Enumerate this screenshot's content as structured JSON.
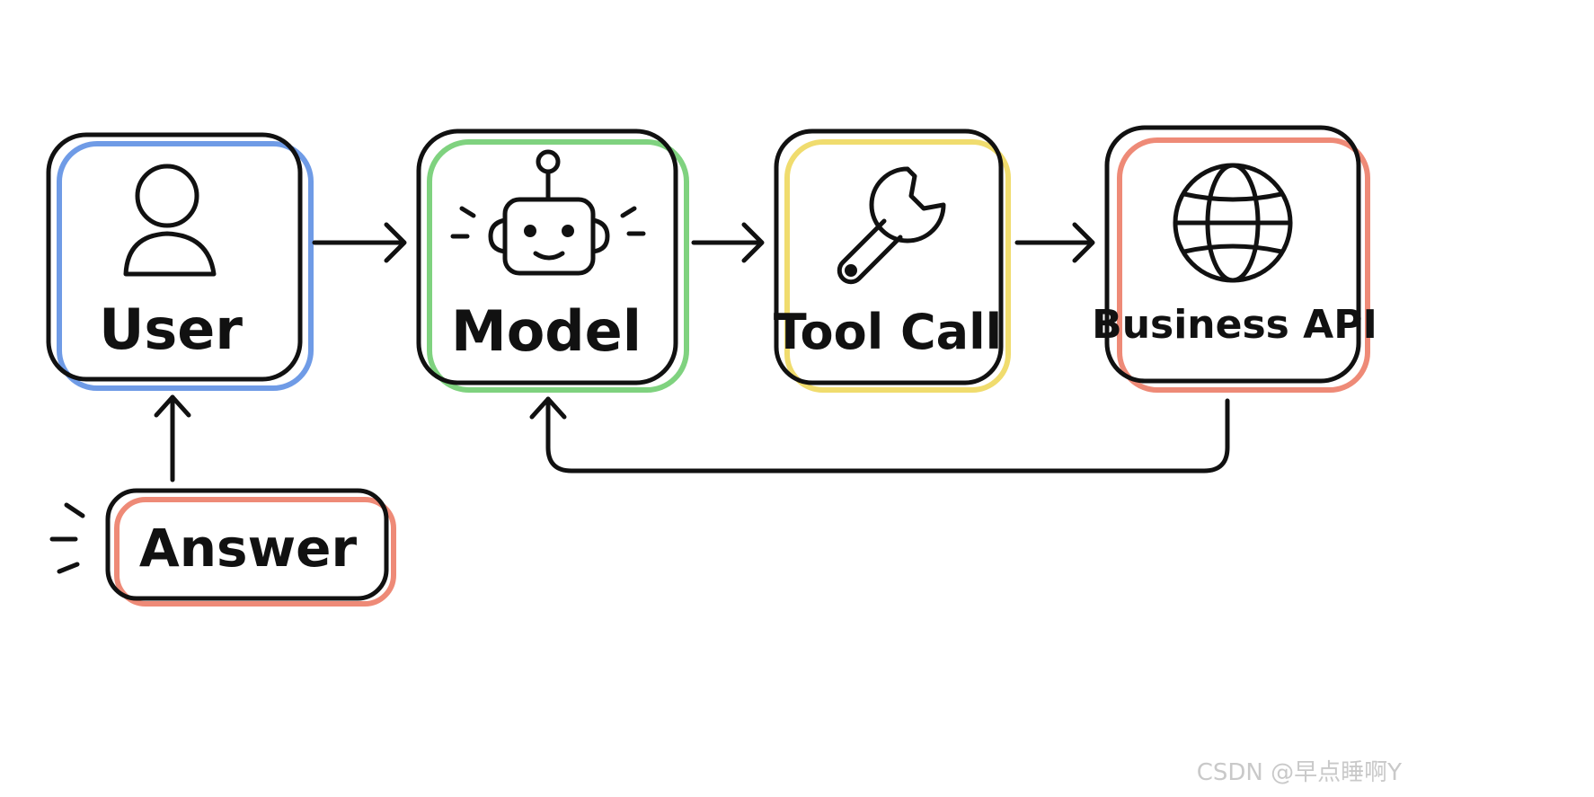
{
  "nodes": {
    "user": {
      "label": "User",
      "icon": "user-icon",
      "fill": "#dbe8fb",
      "accent": "#6f9be6"
    },
    "model": {
      "label": "Model",
      "icon": "robot-icon",
      "fill": "#e1f5e1",
      "accent": "#7fd27f"
    },
    "tool_call": {
      "label": "Tool Call",
      "icon": "wrench-icon",
      "fill": "#fcf3cf",
      "accent": "#f0dc6e"
    },
    "business_api": {
      "label": "Business API",
      "icon": "globe-icon",
      "fill": "#fbdcd6",
      "accent": "#ee8a77"
    },
    "answer": {
      "label": "Answer",
      "fill": "#fbdcd6",
      "accent": "#ee8a77"
    }
  },
  "edges": [
    {
      "from": "user",
      "to": "model"
    },
    {
      "from": "model",
      "to": "tool_call"
    },
    {
      "from": "tool_call",
      "to": "business_api"
    },
    {
      "from": "business_api",
      "to": "model"
    },
    {
      "from": "answer",
      "to": "user"
    }
  ],
  "watermark": "CSDN @早点睡啊Y"
}
